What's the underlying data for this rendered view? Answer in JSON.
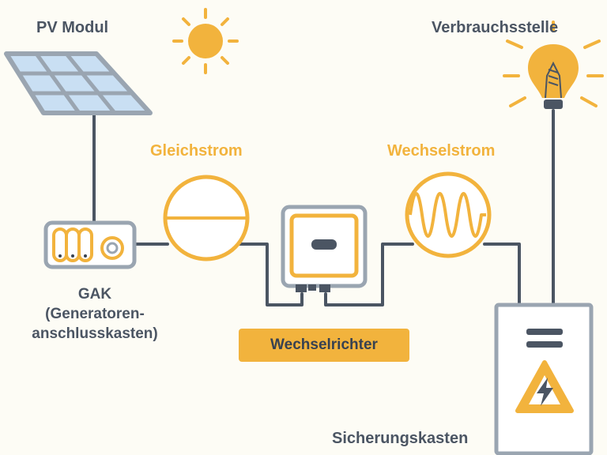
{
  "labels": {
    "pv_module": "PV Modul",
    "consumer": "Verbrauchsstelle",
    "dc": "Gleichstrom",
    "ac": "Wechselstrom",
    "gak_abbr": "GAK",
    "gak_full_line1": "(Generatoren-",
    "gak_full_line2": "anschlusskasten)",
    "inverter": "Wechselrichter",
    "fuse_box": "Sicherungskasten"
  },
  "colors": {
    "accent": "#f2b33d",
    "line": "#4b5563",
    "frame": "#9aa5b1",
    "panel_cell": "#c9dff3",
    "background": "#fdfcf5"
  },
  "icons": [
    "sun-icon",
    "solar-panel-icon",
    "light-bulb-icon",
    "lightning-warning-icon"
  ]
}
